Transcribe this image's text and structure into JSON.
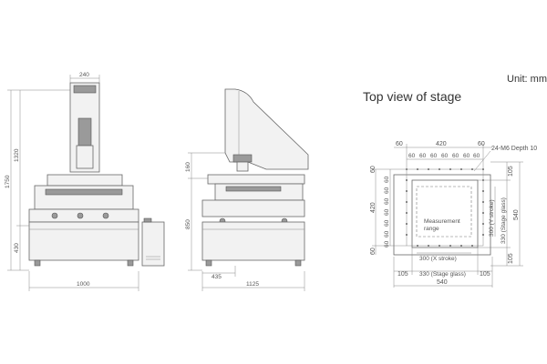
{
  "header": {
    "unit": "Unit: mm",
    "stage_title": "Top view of stage"
  },
  "front_view": {
    "width_top": "240",
    "height_total": "1750",
    "height_upper": "1320",
    "height_lower": "430",
    "width_base": "1000"
  },
  "side_view": {
    "height_head": "160",
    "height_table": "850",
    "depth_front": "435",
    "depth_total": "1125"
  },
  "stage": {
    "top_dims": [
      "60",
      "420",
      "60"
    ],
    "grid_top": [
      "60",
      "60",
      "60",
      "60",
      "60",
      "60",
      "60"
    ],
    "tap_label": "24-M6 Depth 10",
    "left_dims": [
      "60",
      "420",
      "60"
    ],
    "grid_left": [
      "60",
      "60",
      "60",
      "60",
      "60",
      "60",
      "60"
    ],
    "right_outer": [
      "105",
      "540",
      "105"
    ],
    "stage_glass_right": "330 (Stage glass)",
    "y_stroke": "300 (Y stroke)",
    "measure_label_1": "Measurement",
    "measure_label_2": "range",
    "x_stroke": "300 (X stroke)",
    "bottom_dims": [
      "105",
      "330 (Stage glass)",
      "105"
    ],
    "bottom_total": "540"
  }
}
